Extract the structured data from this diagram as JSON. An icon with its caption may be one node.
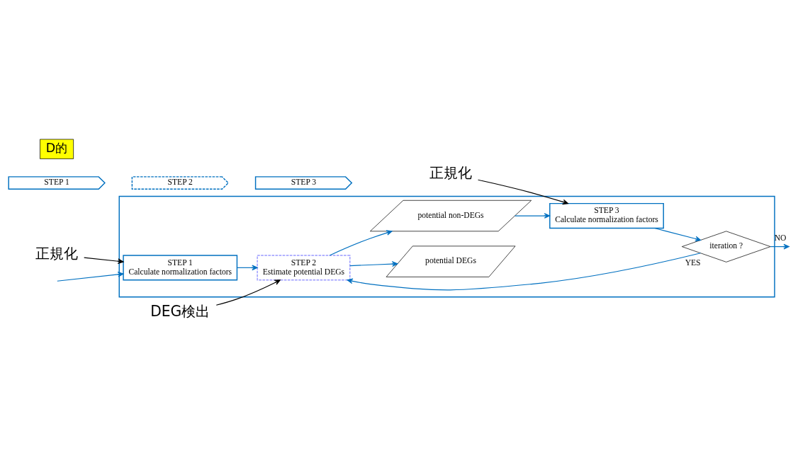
{
  "diagram": {
    "nodes": [
      {
        "text": [],
        "shape": "box"
      },
      {
        "text": [
          "STEP 1",
          "Calculate normalization factors"
        ],
        "in": 0
      },
      {
        "text": [
          "STEP 2",
          "Estimate potential DEGs"
        ],
        "in": 0
      },
      {
        "text": [
          "potential non-DEGs"
        ],
        "in": 0
      },
      {
        "text": [
          "potential DEGs"
        ],
        "in": 0
      },
      {
        "text": [
          "STEP 3",
          "Calculate normalization factors"
        ],
        "in": 0
      },
      {
        "text": [
          "iteration ?"
        ],
        "in": 0
      },
      {
        "text": [
          "正規化"
        ]
      },
      {
        "text": [
          "DEG検出"
        ]
      },
      {
        "text": [
          "正規化"
        ]
      },
      {
        "text": [
          "STEP 1"
        ]
      },
      {
        "text": [
          "STEP 2"
        ]
      },
      {
        "text": [
          "STEP 3"
        ]
      },
      {
        "text": [
          "D的"
        ]
      }
    ],
    "edges": [
      {
        "from": null,
        "to": 1,
        "arrow": "to"
      },
      {
        "from": 1,
        "to": 2,
        "arrow": "to"
      },
      {
        "from": 2,
        "to": 3,
        "arrow": "to"
      },
      {
        "from": 2,
        "to": 4,
        "arrow": "to"
      },
      {
        "from": 3,
        "to": 5,
        "arrow": "to"
      },
      {
        "from": 5,
        "to": 6,
        "arrow": "to"
      },
      {
        "from": 6,
        "to": 2,
        "arrow": "to",
        "label": "YES"
      },
      {
        "from": 6,
        "to": null,
        "arrow": "to",
        "label": "NO"
      },
      {
        "from": 7,
        "to": 1,
        "arrow": "to",
        "color": "#000000"
      },
      {
        "from": 8,
        "to": 2,
        "arrow": "to",
        "color": "#000000"
      },
      {
        "from": 9,
        "to": 5,
        "arrow": "to",
        "color": "#000000"
      }
    ]
  }
}
